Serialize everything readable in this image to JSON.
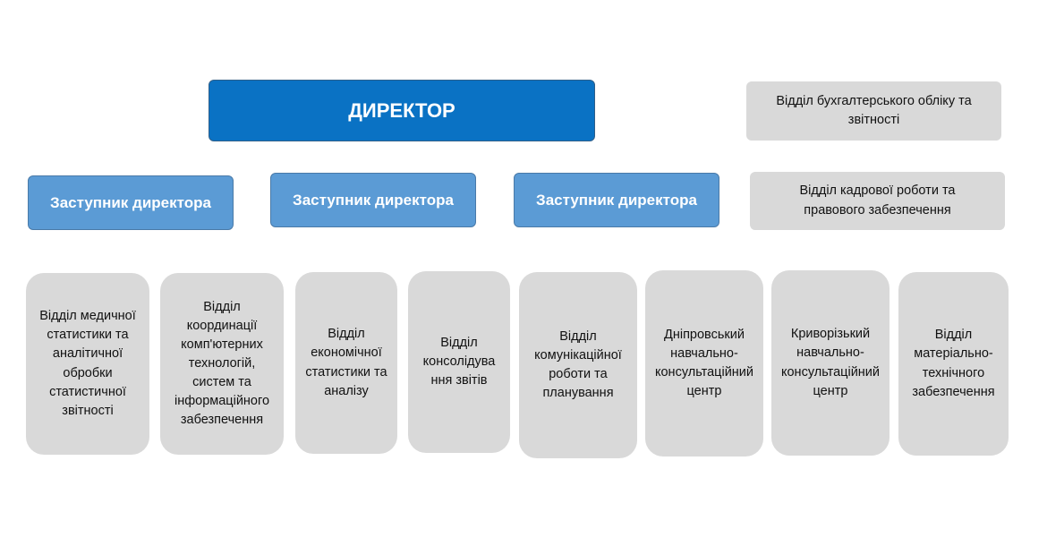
{
  "director": {
    "label": "ДИРЕКТОР"
  },
  "deputies": [
    {
      "label": "Заступник директора"
    },
    {
      "label": "Заступник директора"
    },
    {
      "label": "Заступник директора"
    }
  ],
  "side_units": [
    {
      "label": "Відділ бухгалтерського обліку та\nзвітності"
    },
    {
      "label": "Відділ кадрової роботи та\nправового забезпечення"
    }
  ],
  "departments": [
    {
      "label": "Відділ медичної\nстатистики та\nаналітичної\nобробки\nстатистичної\nзвітності"
    },
    {
      "label": "Відділ\nкоординації\nкомп'ютерних\nтехнологій,\nсистем та\nінформаційного\nзабезпечення"
    },
    {
      "label": "Відділ\nекономічної\nстатистики та\nаналізу"
    },
    {
      "label": "Відділ\nконсолідува\nння звітів"
    },
    {
      "label": "Відділ\nкомунікаційної\nроботи та\nпланування"
    },
    {
      "label": "Дніпровський\nнавчально-\nконсультаційний\nцентр"
    },
    {
      "label": "Криворізький\nнавчально-\nконсультаційний\nцентр"
    },
    {
      "label": "Відділ\nматеріально-\nтехнічного\nзабезпечення"
    }
  ],
  "colors": {
    "director_fill": "#0a72c4",
    "deputy_fill": "#5b9bd5",
    "unit_fill": "#d9d9d9"
  }
}
